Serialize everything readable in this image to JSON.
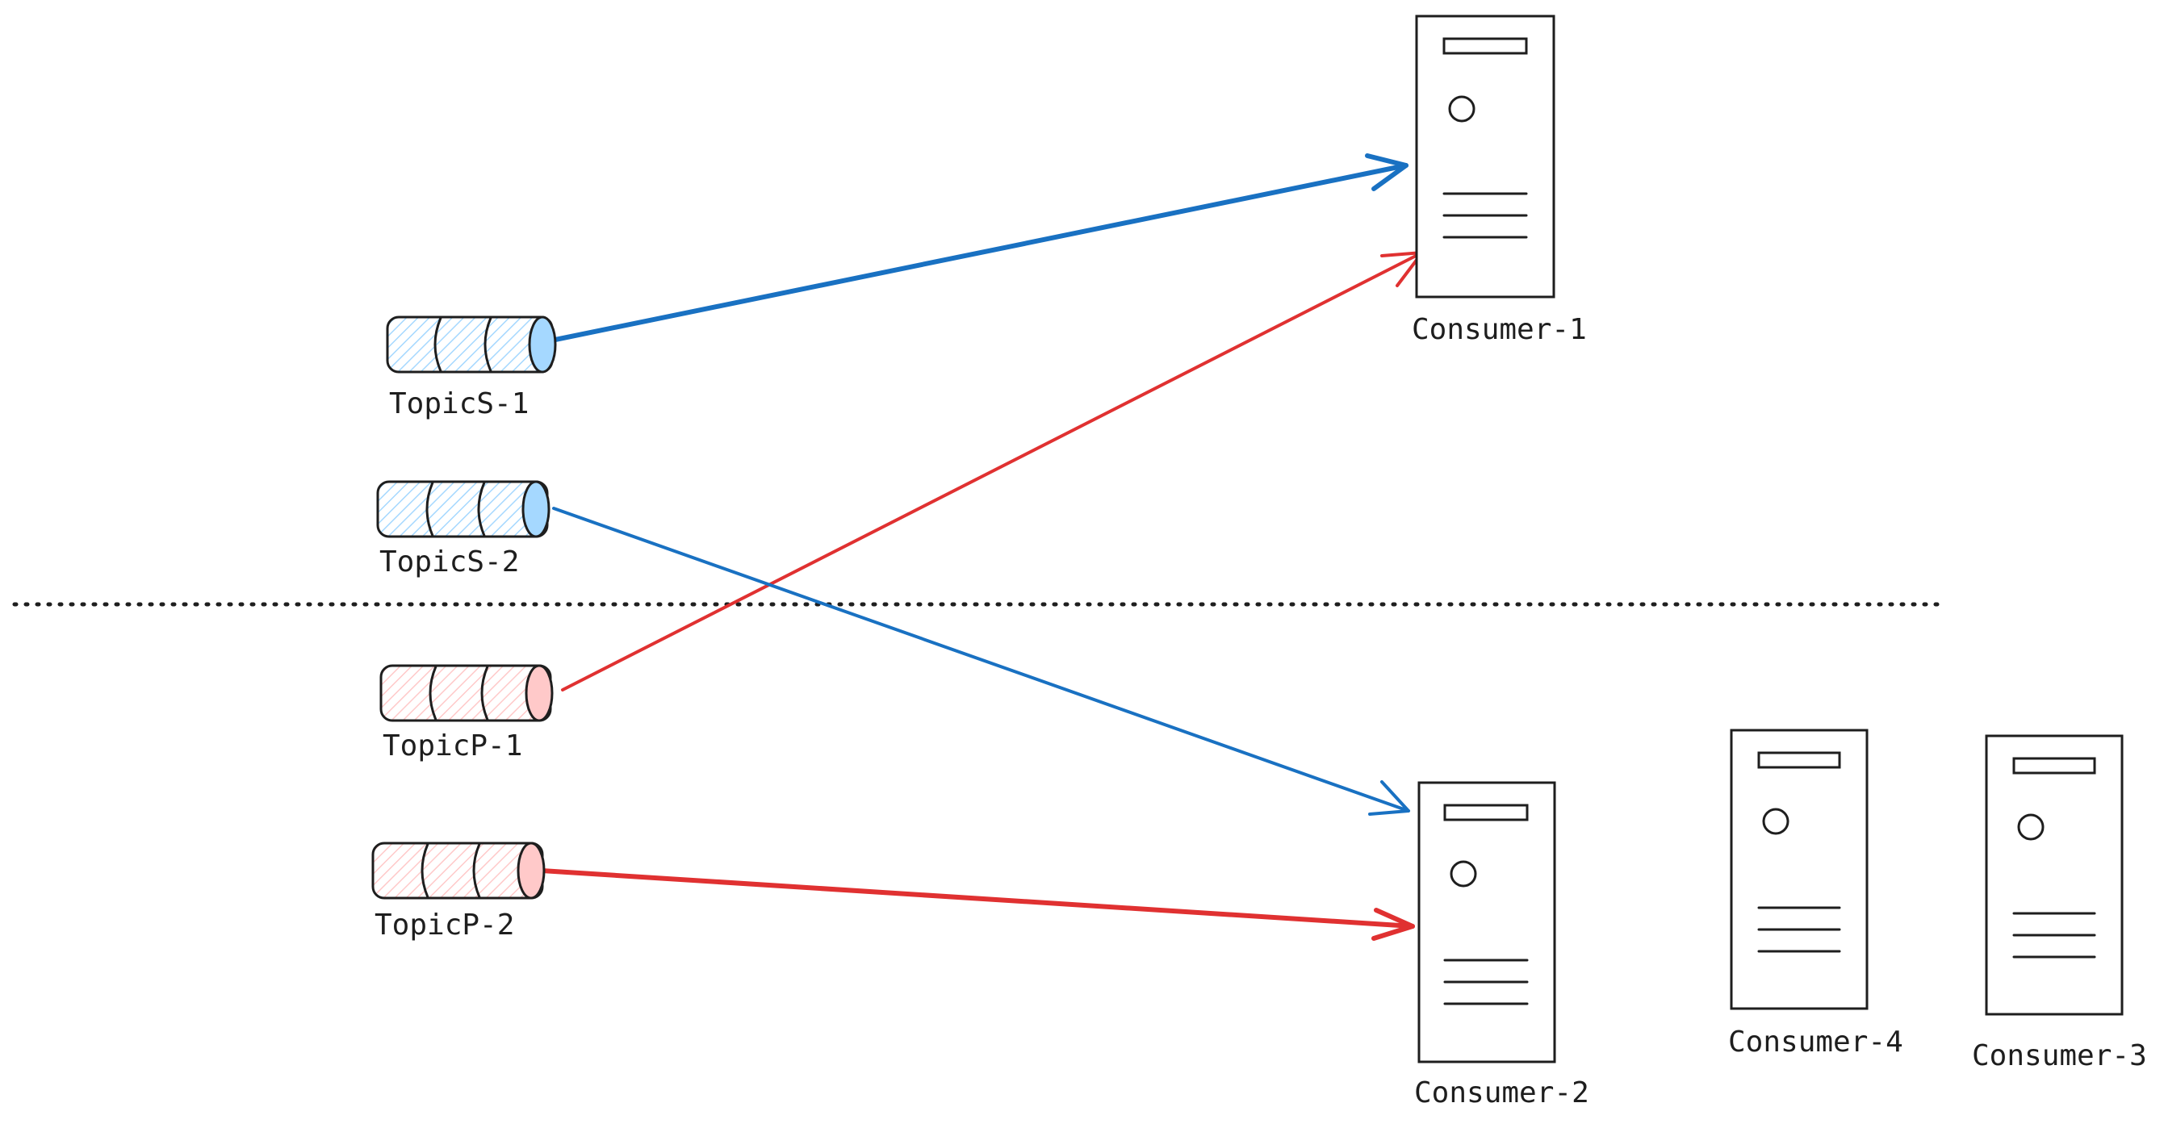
{
  "colors": {
    "stroke": "#1e1e1e",
    "blue": "#1971c2",
    "red": "#e03131",
    "blue_fill": "#a5d8ff",
    "red_fill": "#ffc9c9"
  },
  "topics": [
    {
      "id": "topicS-1",
      "label": "TopicS-1",
      "kind": "blue"
    },
    {
      "id": "topicS-2",
      "label": "TopicS-2",
      "kind": "blue"
    },
    {
      "id": "topicP-1",
      "label": "TopicP-1",
      "kind": "red"
    },
    {
      "id": "topicP-2",
      "label": "TopicP-2",
      "kind": "red"
    }
  ],
  "consumers": [
    {
      "id": "consumer-1",
      "label": "Consumer-1"
    },
    {
      "id": "consumer-2",
      "label": "Consumer-2"
    },
    {
      "id": "consumer-4",
      "label": "Consumer-4"
    },
    {
      "id": "consumer-3",
      "label": "Consumer-3"
    }
  ],
  "connections": [
    {
      "from": "topicS-1",
      "to": "consumer-1",
      "color": "blue"
    },
    {
      "from": "topicP-1",
      "to": "consumer-1",
      "color": "red"
    },
    {
      "from": "topicS-2",
      "to": "consumer-2",
      "color": "blue"
    },
    {
      "from": "topicP-2",
      "to": "consumer-2",
      "color": "red"
    }
  ]
}
